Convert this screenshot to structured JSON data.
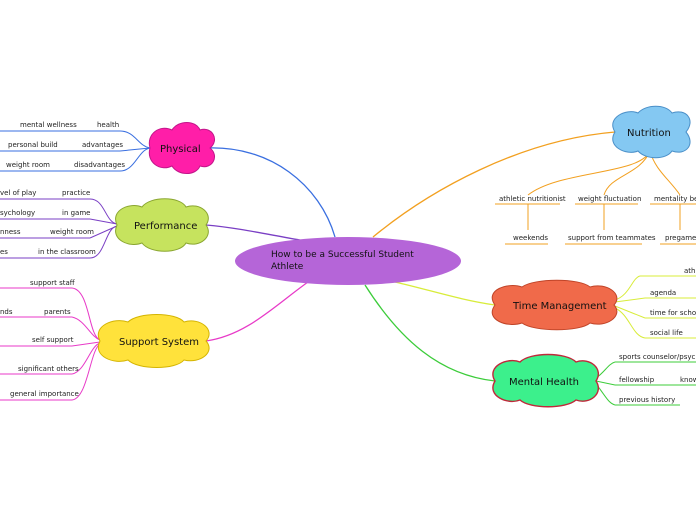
{
  "central": {
    "line1": "How to be a Successful Student",
    "line2": "Athlete",
    "color": "#b565d8"
  },
  "topics": {
    "physical": {
      "label": "Physical",
      "color": "#ff1ea8",
      "stroke": "#c2168a",
      "edge": "#3a6fe0",
      "items": [
        "mental wellness",
        "health",
        "personal build",
        "advantages",
        "weight room",
        "disadvantages"
      ]
    },
    "performance": {
      "label": "Performance",
      "color": "#c6e35e",
      "stroke": "#8aa630",
      "edge": "#7a3fc4",
      "items": [
        "vel of play",
        "practice",
        "sychology",
        "in game",
        "nness",
        "weight room",
        "es",
        "in the classroom"
      ]
    },
    "support": {
      "label": "Support System",
      "color": "#ffe23b",
      "stroke": "#d4b400",
      "edge": "#e83ac8",
      "items": [
        "support staff",
        "nds",
        "parents",
        "self support",
        "significant others",
        "general importance"
      ]
    },
    "nutrition": {
      "label": "Nutrition",
      "color": "#84c8f2",
      "stroke": "#4a8fc8",
      "edge": "#f2a020",
      "items": [
        "athletic nutritionist",
        "weight fluctuation",
        "mentality behi",
        "weekends",
        "support from teammates",
        "pregame f"
      ]
    },
    "time": {
      "label": "Time Management",
      "color": "#f06a4a",
      "stroke": "#c04428",
      "edge": "#d8ec3a",
      "items": [
        "ath",
        "agenda",
        "time for school a",
        "social life"
      ]
    },
    "mental": {
      "label": "Mental Health",
      "color": "#3cf08c",
      "stroke": "#c0283a",
      "edge": "#3ccc3a",
      "items": [
        "sports counselor/psycholog",
        "fellowship",
        "know",
        "previous history"
      ]
    }
  }
}
